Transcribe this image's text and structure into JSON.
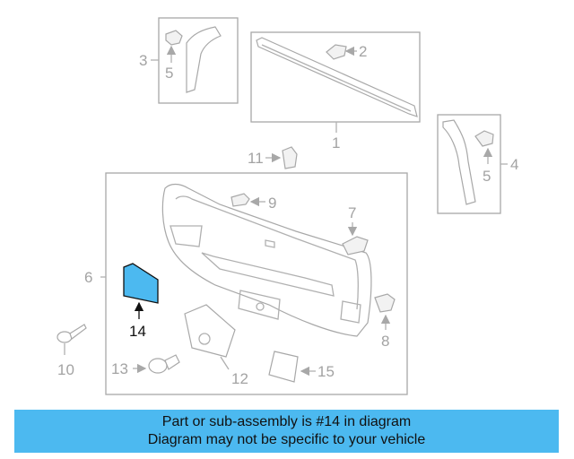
{
  "diagram": {
    "callouts": {
      "c1": "1",
      "c2": "2",
      "c3": "3",
      "c4": "4",
      "c5a": "5",
      "c5b": "5",
      "c6": "6",
      "c7": "7",
      "c8": "8",
      "c9": "9",
      "c10": "10",
      "c11": "11",
      "c12": "12",
      "c13": "13",
      "c14": "14",
      "c15": "15"
    },
    "highlight_color": "#4cb9f0",
    "highlighted_part": "14"
  },
  "banner": {
    "line1": "Part or sub-assembly is #14 in diagram",
    "line2": "Diagram may not be specific to your vehicle",
    "background": "#4cb9f0"
  }
}
